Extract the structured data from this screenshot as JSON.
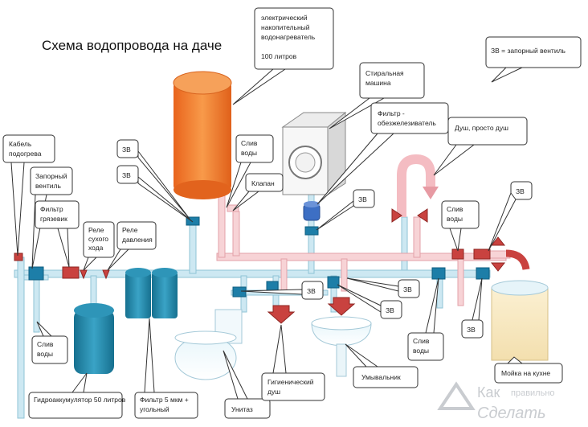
{
  "title": "Схема водопровода на даче",
  "legend": "ЗВ = запорный вентиль",
  "labels": {
    "heater": [
      "электрический",
      "накопительный",
      "водонагреватель",
      "",
      "100 литров"
    ],
    "washer": [
      "Стиральная",
      "машина"
    ],
    "filter_iron": [
      "Фильтр -",
      "обезжелезиватель"
    ],
    "shower": "Душ, просто душ",
    "heating_cable": [
      "Кабель",
      "подогрева"
    ],
    "main_valve": [
      "Запорный",
      "вентиль"
    ],
    "filter_mud": [
      "Фильтр",
      "грязевик"
    ],
    "dry_relay": [
      "Реле",
      "сухого",
      "хода"
    ],
    "pressure_relay": [
      "Реле",
      "давления"
    ],
    "drain_heater": [
      "Слив",
      "воды"
    ],
    "valve_check": "Клапан",
    "zv": "ЗВ",
    "drain_left": [
      "Слив",
      "воды"
    ],
    "drain_mid": [
      "Слив",
      "воды"
    ],
    "drain_right": [
      "Слив",
      "воды"
    ],
    "accumulator": "Гидроаккумулятор 50 литров",
    "filter_5": [
      "Фильтр 5 мкм +",
      "угольный"
    ],
    "toilet": "Унитаз",
    "hyg_shower": [
      "Гигиенический",
      "душ"
    ],
    "sink": "Умывальник",
    "kitchen": "Мойка на кухне"
  },
  "watermark": {
    "line1": "Как",
    "line2": "правильно",
    "line3": "Сделать"
  },
  "colors": {
    "cold": "#cde8f2",
    "hot": "#f7d3d6",
    "heater": "#f0782a",
    "accumulator": "#1f86a8",
    "valve": "#1d7ea8",
    "mixer": "#c9423f"
  }
}
